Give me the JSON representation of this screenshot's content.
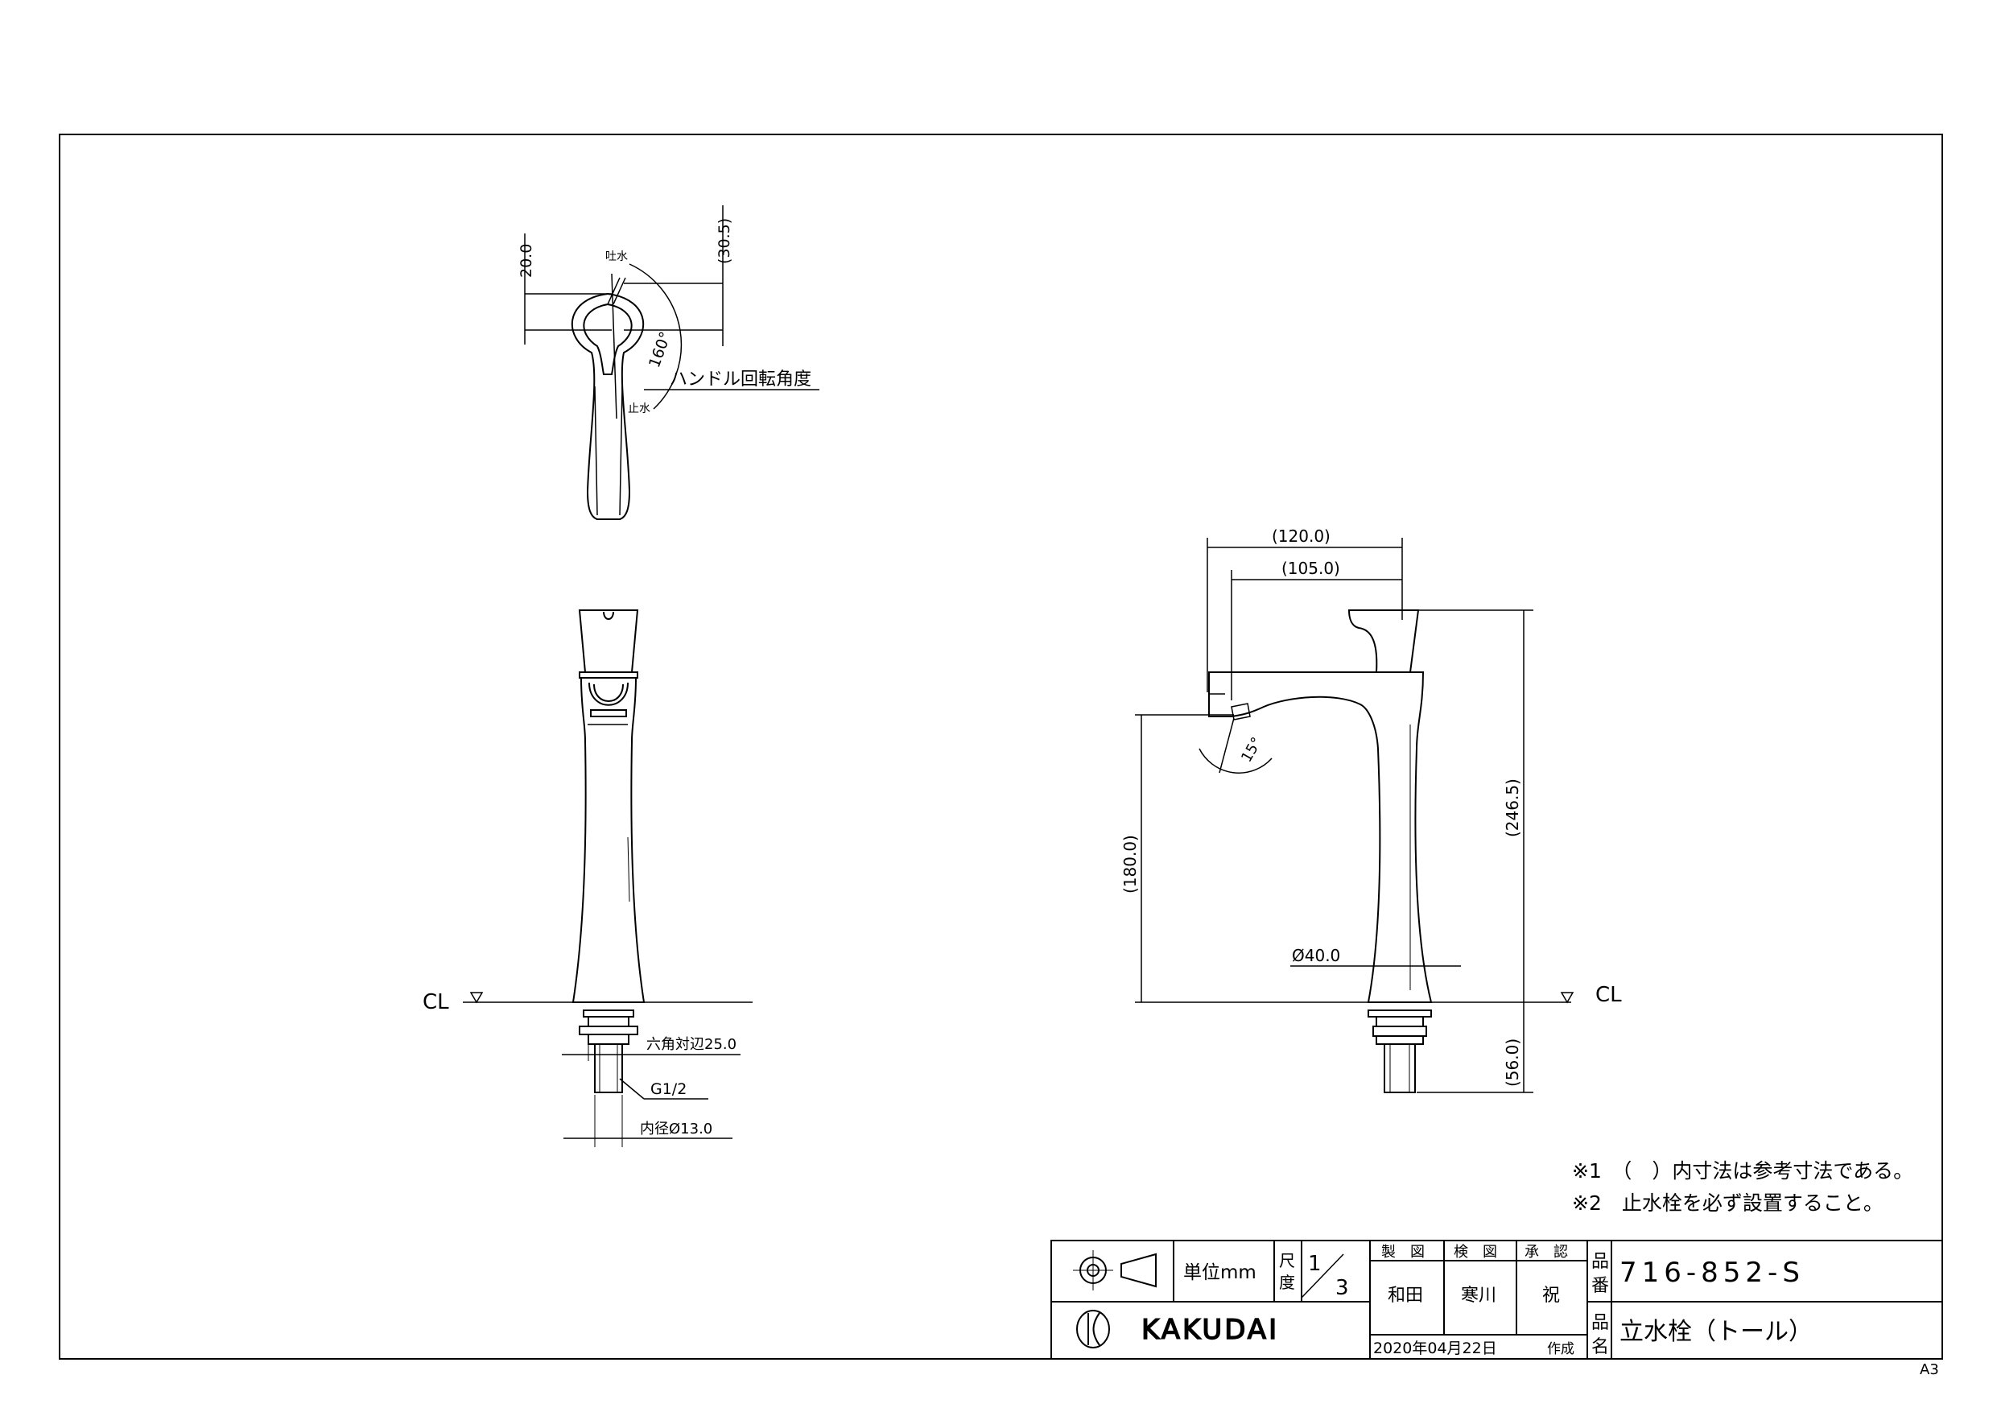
{
  "top_view": {
    "dim_20": "20.0",
    "dim_30_5": "(30.5)",
    "label_discharge": "吐水",
    "label_stop": "止水",
    "angle": "160°",
    "handle_label": "ハンドル回転角度"
  },
  "front_view": {
    "cl_label": "CL",
    "hex_label": "六角対辺25.0",
    "thread_label": "G1/2",
    "inner_label": "内径Ø13.0"
  },
  "side_view": {
    "dim_120": "(120.0)",
    "dim_105": "(105.0)",
    "dim_246_5": "(246.5)",
    "dim_180": "(180.0)",
    "dim_56": "(56.0)",
    "dim_40": "Ø40.0",
    "angle_15": "15°",
    "cl_label": "CL"
  },
  "notes": [
    "※1　（　）内寸法は参考寸法である。",
    "※2　止水栓を必ず設置すること。"
  ],
  "title_block": {
    "unit": "単位mm",
    "scale_label_1": "尺",
    "scale_label_2": "度",
    "scale_num": "1",
    "scale_den": "3",
    "h_drafted": "製　図",
    "h_checked": "検　図",
    "h_approved": "承　認",
    "drafted_by": "和田",
    "checked_by": "寒川",
    "approved_by": "祝",
    "date": "2020年04月22日",
    "created": "作成",
    "part_no_label_1": "品",
    "part_no_label_2": "番",
    "part_no": "716-852-S",
    "name_label_1": "品",
    "name_label_2": "名",
    "name": "立水栓（トール）",
    "company": "KAKUDAI"
  },
  "paper_size": "A3"
}
